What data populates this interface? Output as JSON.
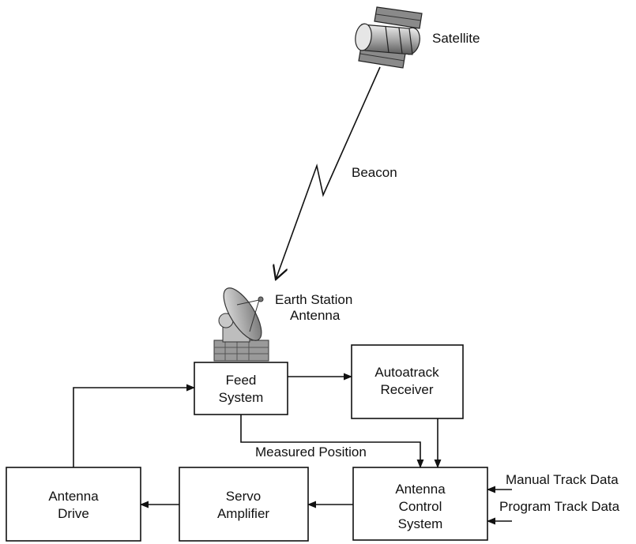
{
  "labels": {
    "satellite": "Satellite",
    "beacon": "Beacon",
    "earth_station_line1": "Earth Station",
    "earth_station_line2": "Antenna",
    "measured_position": "Measured Position",
    "manual_track_data": "Manual Track Data",
    "program_track_data": "Program Track Data"
  },
  "blocks": {
    "feed_system": [
      "Feed",
      "System"
    ],
    "autotrack_receiver": [
      "Autoatrack",
      "Receiver"
    ],
    "antenna_control_system": [
      "Antenna",
      "Control",
      "System"
    ],
    "servo_amplifier": [
      "Servo",
      "Amplifier"
    ],
    "antenna_drive": [
      "Antenna",
      "Drive"
    ]
  },
  "icons": [
    "satellite-icon",
    "earth-station-antenna-icon"
  ]
}
